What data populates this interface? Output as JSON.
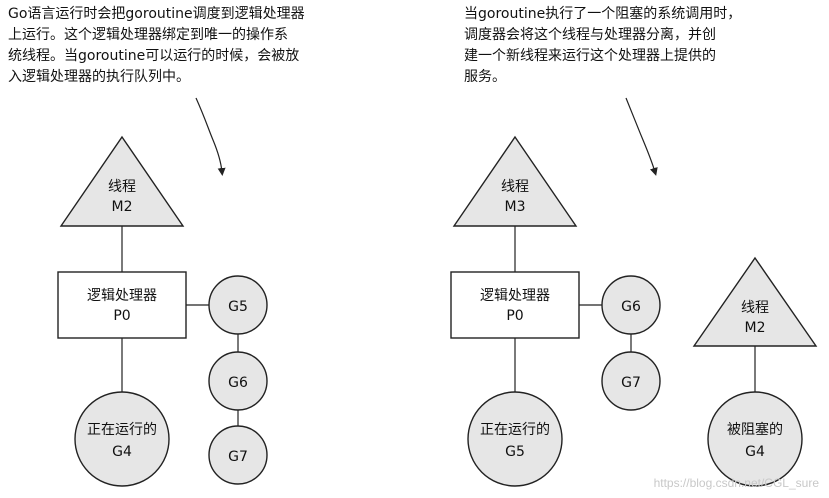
{
  "left": {
    "caption": [
      "Go语言运行时会把goroutine调度到逻辑处理器",
      "上运行。这个逻辑处理器绑定到唯一的操作系",
      "统线程。当goroutine可以运行的时候，会被放",
      "入逻辑处理器的执行队列中。"
    ],
    "thread": {
      "line1": "线程",
      "line2": "M2"
    },
    "processor": {
      "line1": "逻辑处理器",
      "line2": "P0"
    },
    "running": {
      "line1": "正在运行的",
      "line2": "G4"
    },
    "queue": [
      "G5",
      "G6",
      "G7"
    ]
  },
  "right": {
    "caption": [
      "当goroutine执行了一个阻塞的系统调用时，",
      "调度器会将这个线程与处理器分离，并创",
      "建一个新线程来运行这个处理器上提供的",
      "服务。"
    ],
    "thread": {
      "line1": "线程",
      "line2": "M3"
    },
    "processor": {
      "line1": "逻辑处理器",
      "line2": "P0"
    },
    "running": {
      "line1": "正在运行的",
      "line2": "G5"
    },
    "queue": [
      "G6",
      "G7"
    ],
    "blocked_thread": {
      "line1": "线程",
      "line2": "M2"
    },
    "blocked": {
      "line1": "被阻塞的",
      "line2": "G4"
    }
  },
  "watermark": "https://blog.csdn.net/CGL_sure",
  "colors": {
    "fill": "#e6e6e6",
    "stroke": "#222222",
    "box_fill": "#ffffff"
  }
}
